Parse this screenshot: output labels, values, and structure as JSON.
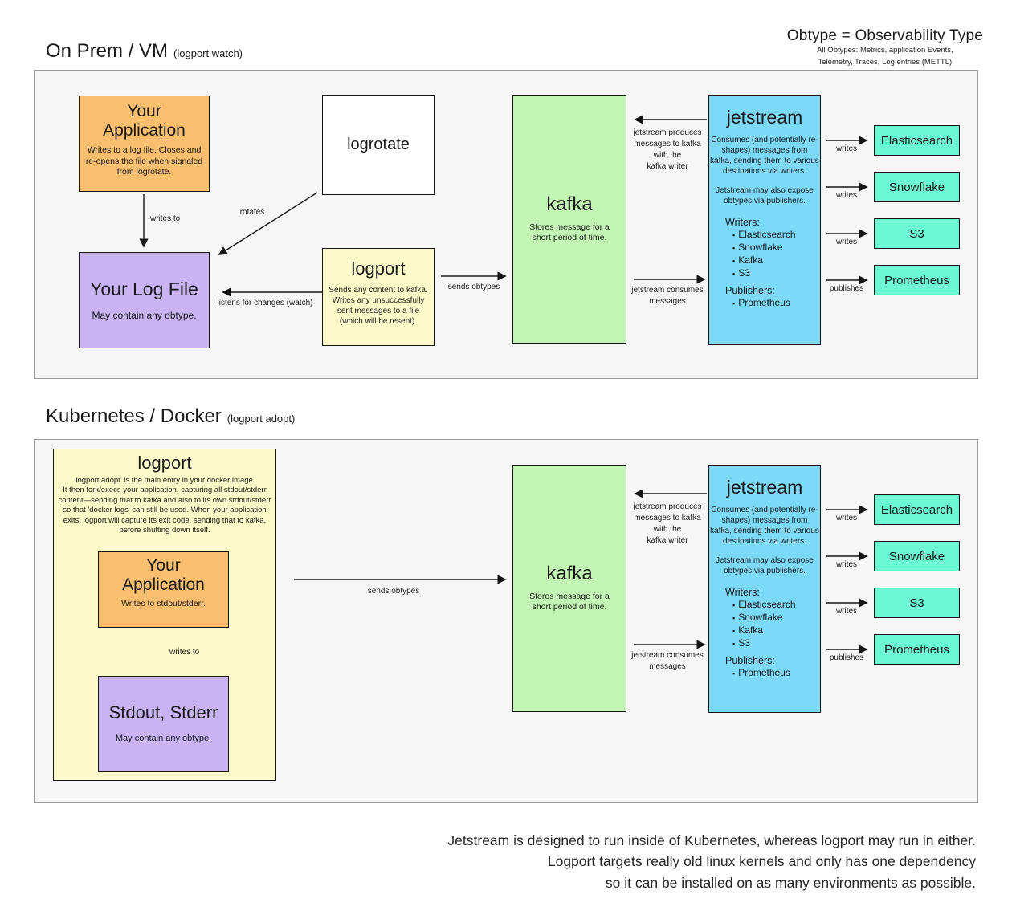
{
  "header": {
    "title": "Obtype = Observability Type",
    "subtitle1": "All Obtypes: Metrics, application Events,",
    "subtitle2": "Telemetry, Traces, Log entries (METTL)"
  },
  "colors": {
    "orange": "#F9BE6E",
    "purple": "#C9B3F3",
    "yellow": "#FBFBC9",
    "green": "#C2F4B4",
    "blue": "#7CD9F8",
    "teal": "#6BF8D2",
    "panel-bg": "#F6F6F6",
    "panel-border": "#9A9A9A"
  },
  "sections": {
    "onprem": {
      "title": "On Prem / VM",
      "suffix": "(logport watch)"
    },
    "kubernetes": {
      "title": "Kubernetes / Docker",
      "suffix": "(logport adopt)"
    }
  },
  "nodes": {
    "your_application_vm": {
      "title": "Your\nApplication",
      "desc": "Writes to a log file. Closes and re-opens the file when signaled from logrotate."
    },
    "logrotate": {
      "title": "logrotate"
    },
    "your_log_file": {
      "title": "Your Log File",
      "desc": "May contain any obtype."
    },
    "logport_vm": {
      "title": "logport",
      "desc": "Sends any content to kafka. Writes any unsuccessfully sent messages to a file (which will be resent)."
    },
    "kafka": {
      "title": "kafka",
      "desc": "Stores message for a short period of time."
    },
    "jetstream": {
      "title": "jetstream",
      "desc1": "Consumes (and potentially re-shapes) messages from kafka, sending them to various destinations via writers.",
      "desc2": "Jetstream may also expose obtypes via publishers.",
      "writers_label": "Writers:",
      "writers": [
        "Elasticsearch",
        "Snowflake",
        "Kafka",
        "S3"
      ],
      "publishers_label": "Publishers:",
      "publishers": [
        "Prometheus"
      ]
    },
    "logport_docker": {
      "title": "logport",
      "desc": "'logport adopt' is the main entry in your docker image.\nIt then fork/execs your application, capturing all stdout/stderr content—sending that to kafka and also to its own stdout/stderr so that 'docker logs' can still be used. When your application exits, logport will capture its exit code, sending that to kafka, before shutting down itself."
    },
    "your_application_docker": {
      "title": "Your\nApplication",
      "desc": "Writes to stdout/stderr."
    },
    "stdout_stderr": {
      "title": "Stdout, Stderr",
      "desc": "May contain any obtype."
    }
  },
  "destinations": [
    "Elasticsearch",
    "Snowflake",
    "S3",
    "Prometheus"
  ],
  "edges": {
    "writes_to": "writes to",
    "rotates": "rotates",
    "listens": "listens for changes (watch)",
    "sends_obtypes": "sends obtypes",
    "produces": "jetstream produces\nmessages to kafka\nwith the\nkafka writer",
    "consumes": "jetstream consumes\nmessages",
    "writes": "writes",
    "publishes": "publishes"
  },
  "footer": {
    "line1": "Jetstream is designed to run inside of Kubernetes, whereas logport may run in either.",
    "line2": "Logport targets really old linux kernels and only has one dependency",
    "line3": "so it can be installed on as many environments as possible."
  }
}
